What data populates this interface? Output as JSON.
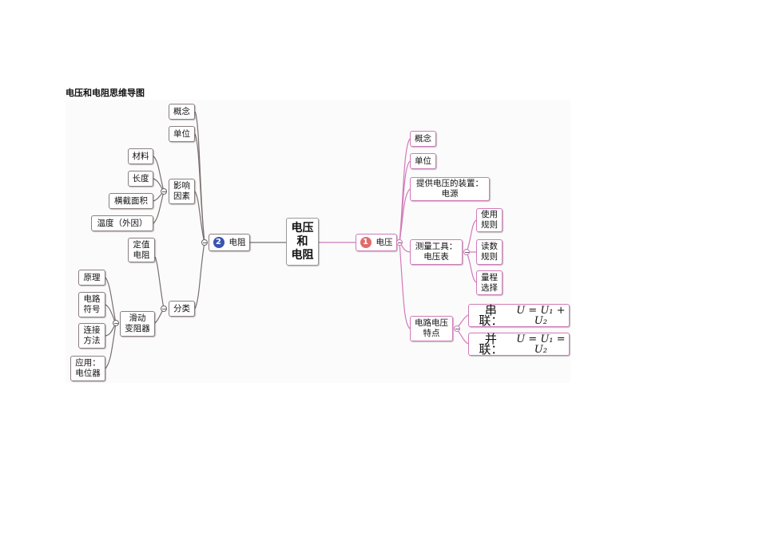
{
  "title": "电压和电阻思维导图",
  "center": "电压\n和\n电阻",
  "voltage": {
    "badge": "1",
    "label": "电压",
    "concept": "概念",
    "unit": "单位",
    "source": "提供电压的装置：\n电源",
    "tool": "测量工具：\n电压表",
    "use": "使用\n规则",
    "read": "读数\n规则",
    "range": "量程\n选择",
    "features": "电路电压\n特点",
    "series_label": "串联：",
    "series_eq": "U = U₁ + U₂",
    "parallel_label": "并联：",
    "parallel_eq": "U = U₁ = U₂",
    "color": "#d27ab8",
    "badge_color": "#e06b6b"
  },
  "resistance": {
    "badge": "2",
    "label": "电阻",
    "concept": "概念",
    "unit": "单位",
    "factors": "影响\n因素",
    "material": "材料",
    "length": "长度",
    "area": "横截面积",
    "temp": "温度（外因）",
    "classify": "分类",
    "fixed": "定值\n电阻",
    "rheostat": "滑动\n变阻器",
    "principle": "原理",
    "symbol": "电路\n符号",
    "wiring": "连接\n方法",
    "application": "应用：\n电位器",
    "color": "#8a7f7f",
    "badge_color": "#3a55b0"
  },
  "toggle_symbol": "−"
}
